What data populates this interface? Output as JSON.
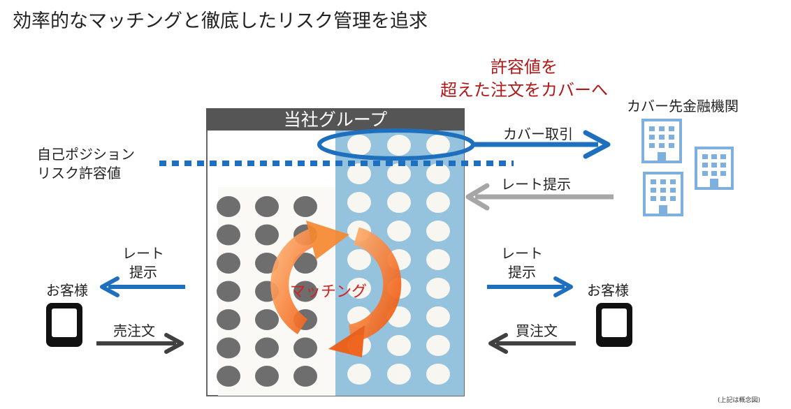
{
  "title": "効率的なマッチングと徹底したリスク管理を追求",
  "cover_note": {
    "line1": "許容値を",
    "line2": "超えた注文をカバーへ"
  },
  "institutions_label": "カバー先金融機関",
  "group_label": "当社グループ",
  "risk_label": {
    "line1": "自己ポジション",
    "line2": "リスク許容値"
  },
  "cover_trade_label": "カバー取引",
  "rate_quote_right_label": "レート提示",
  "left": {
    "rate_line1": "レート",
    "rate_line2": "提示",
    "customer": "お客様",
    "order": "売注文"
  },
  "right": {
    "rate_line1": "レート",
    "rate_line2": "提示",
    "customer": "お客様",
    "order": "買注文"
  },
  "matching_label": "マッチング",
  "footnote": "(上記は概念図)",
  "colors": {
    "blue": "#1f6fbf",
    "light_blue": "#95c3de",
    "dark_gray": "#555555",
    "gray_arrow": "#a6a6a6",
    "orange": "#f47a20",
    "red_text": "#b01818",
    "building": "#7db0df"
  }
}
